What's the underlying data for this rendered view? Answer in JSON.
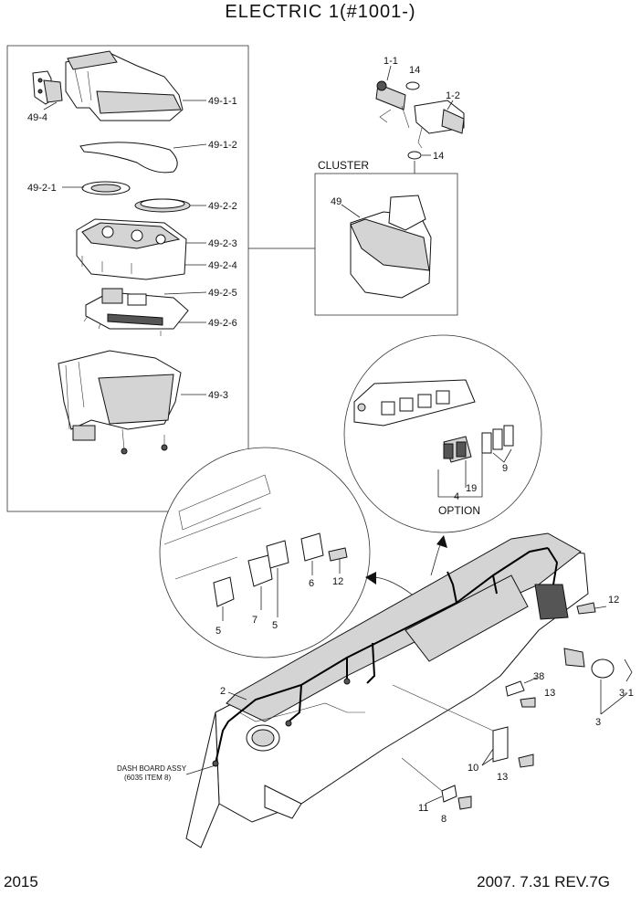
{
  "header": {
    "title": "ELECTRIC 1(#1001-)"
  },
  "footer": {
    "page_number": "2015",
    "revision": "2007. 7.31 REV.7G"
  },
  "labels": {
    "cluster": "CLUSTER",
    "option": "OPTION",
    "dash_board_line1": "DASH BOARD ASSY",
    "dash_board_line2": "(6035 ITEM 8)"
  },
  "callouts": {
    "p49_1_1": "49-1-1",
    "p49_4": "49-4",
    "p49_1_2": "49-1-2",
    "p49_2_1": "49-2-1",
    "p49_2_2": "49-2-2",
    "p49_2_3": "49-2-3",
    "p49_2_4": "49-2-4",
    "p49_2_5": "49-2-5",
    "p49_2_6": "49-2-6",
    "p49_3": "49-3",
    "p1_1": "1-1",
    "p14a": "14",
    "p1_2": "1-2",
    "p14b": "14",
    "p49": "49",
    "p4": "4",
    "p19": "19",
    "p9": "9",
    "p5a": "5",
    "p5b": "5",
    "p7": "7",
    "p6": "6",
    "p12a": "12",
    "p12b": "12",
    "p2": "2",
    "p38": "38",
    "p13a": "13",
    "p3_1": "3-1",
    "p3": "3",
    "p10": "10",
    "p13b": "13",
    "p11": "11",
    "p8": "8"
  }
}
